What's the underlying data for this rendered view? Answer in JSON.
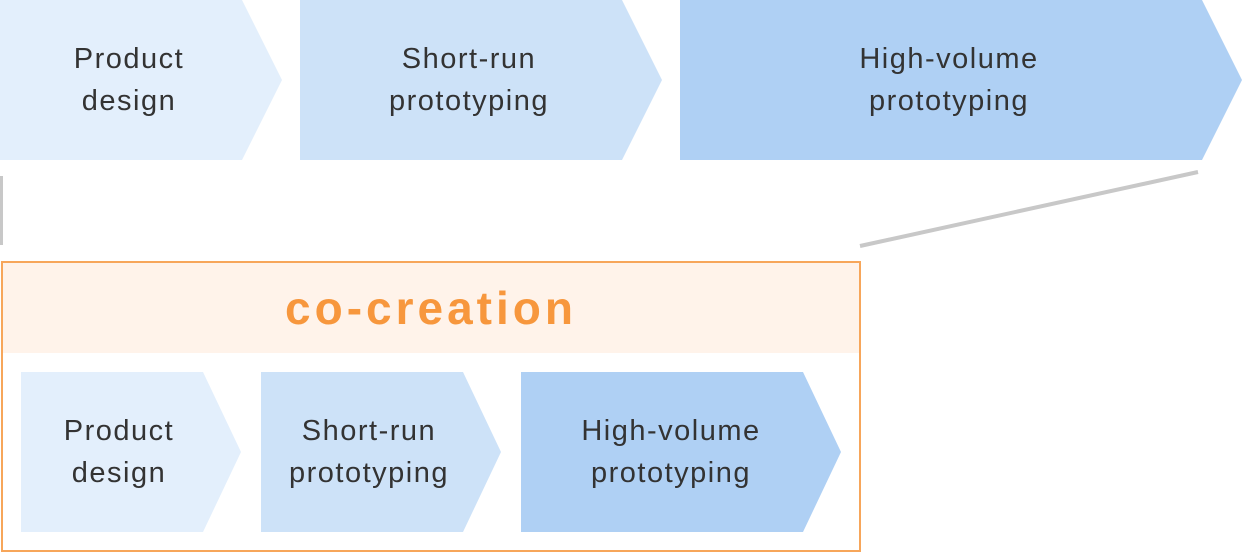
{
  "top_flow": [
    {
      "label": "Product\ndesign"
    },
    {
      "label": "Short-run\nprototyping"
    },
    {
      "label": "High-volume\nprototyping"
    }
  ],
  "cocreation": {
    "title": "co-creation",
    "steps": [
      {
        "label": "Product\ndesign"
      },
      {
        "label": "Short-run\nprototyping"
      },
      {
        "label": "High-volume\nprototyping"
      }
    ]
  },
  "colors": {
    "step_light": "#e3effc",
    "step_mid": "#cde2f8",
    "step_dark": "#afd0f4",
    "accent_orange": "#f7973d",
    "band_fill": "#fff3ea",
    "connector_gray": "#c8c8c8",
    "text": "#333333"
  }
}
